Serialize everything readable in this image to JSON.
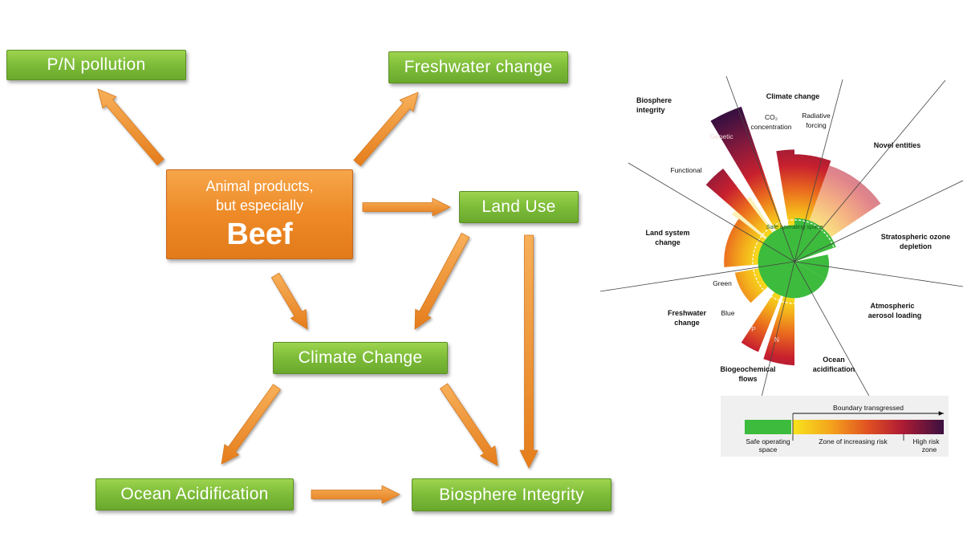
{
  "boxes": {
    "pn_pollution": "P/N pollution",
    "freshwater_change": "Freshwater change",
    "land_use": "Land Use",
    "climate_change": "Climate Change",
    "ocean_acidification": "Ocean Acidification",
    "biosphere_integrity": "Biosphere Integrity"
  },
  "center_box": {
    "line1": "Animal products,",
    "line2": "but especially",
    "line3": "Beef"
  },
  "colors": {
    "green_box": "#7fbe3a",
    "orange_box": "#ee8a27",
    "arrow": "#f0922c",
    "safe_green": "#3dbb3d",
    "risk_yellow": "#f5e21a",
    "risk_red": "#c8202e",
    "high_risk_purple": "#3a1040"
  },
  "wheel": {
    "sectors": {
      "climate_change": "Climate change",
      "co2_line1": "CO₂",
      "co2_line2": "concentration",
      "radiative_line1": "Radiative",
      "radiative_line2": "forcing",
      "novel_entities": "Novel entities",
      "ozone_line1": "Stratospheric ozone",
      "ozone_line2": "depletion",
      "aerosol_line1": "Atmospheric",
      "aerosol_line2": "aerosol loading",
      "ocean_line1": "Ocean",
      "ocean_line2": "acidification",
      "biogeo_line1": "Biogeochemical",
      "biogeo_line2": "flows",
      "fresh_line1": "Freshwater",
      "fresh_line2": "change",
      "land_line1": "Land system",
      "land_line2": "change",
      "bio_line1": "Biosphere",
      "bio_line2": "integrity"
    },
    "sub": {
      "genetic": "Genetic",
      "functional": "Functional",
      "green": "Green",
      "blue": "Blue",
      "p": "P",
      "n": "N"
    },
    "center_label": "Safe operating space"
  },
  "legend": {
    "header": "Boundary transgressed",
    "safe_line1": "Safe operating",
    "safe_line2": "space",
    "zone": "Zone of increasing risk",
    "high_line1": "High risk",
    "high_line2": "zone"
  }
}
